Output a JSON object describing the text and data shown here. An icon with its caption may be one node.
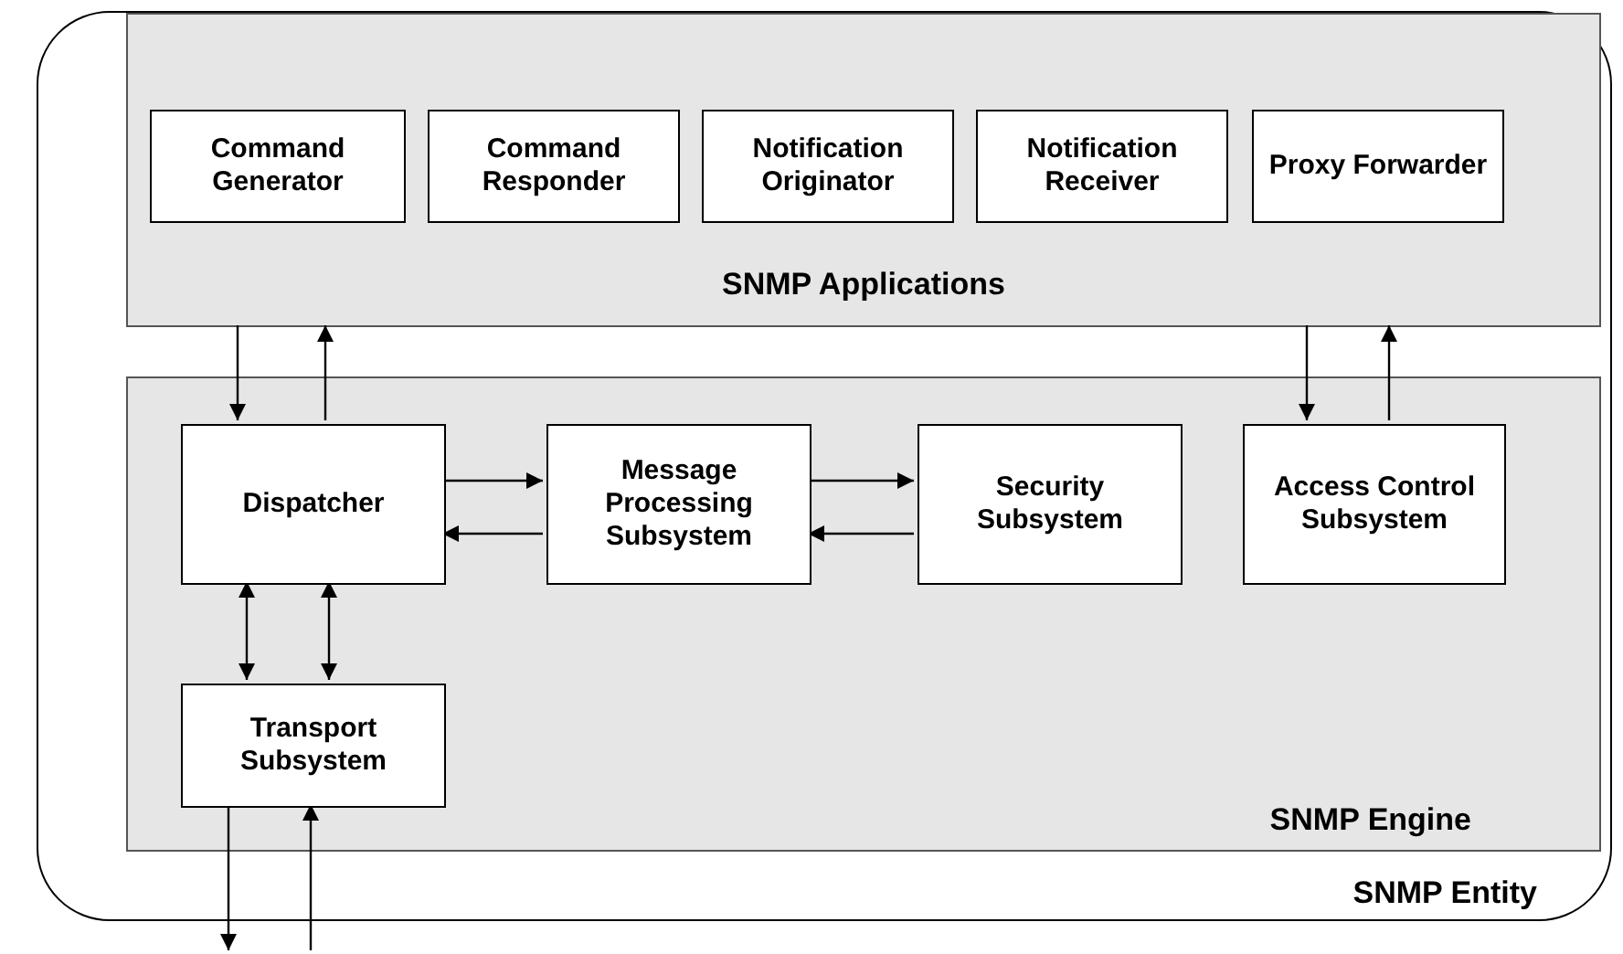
{
  "diagram": {
    "nodes": [
      {
        "text": [
          "SNMP Entity"
        ]
      },
      {
        "text": [
          "SNMP Applications"
        ],
        "in": 0
      },
      {
        "text": [
          "Command Generator"
        ],
        "in": 1
      },
      {
        "text": [
          "Command Responder"
        ],
        "in": 1
      },
      {
        "text": [
          "Notification Originator"
        ],
        "in": 1
      },
      {
        "text": [
          "Notification Receiver"
        ],
        "in": 1
      },
      {
        "text": [
          "Proxy Forwarder"
        ],
        "in": 1
      },
      {
        "text": [
          "SNMP Engine"
        ],
        "in": 0
      },
      {
        "text": [
          "Dispatcher"
        ],
        "in": 7
      },
      {
        "text": [
          "Message Processing Subsystem"
        ],
        "in": 7
      },
      {
        "text": [
          "Security Subsystem"
        ],
        "in": 7
      },
      {
        "text": [
          "Access Control Subsystem"
        ],
        "in": 7
      },
      {
        "text": [
          "Transport Subsystem"
        ],
        "in": 7
      }
    ],
    "edges": [
      {
        "from": 1,
        "to": 8,
        "arrow": "to"
      },
      {
        "from": 8,
        "to": 1,
        "arrow": "to"
      },
      {
        "from": 1,
        "to": 11,
        "arrow": "to"
      },
      {
        "from": 11,
        "to": 1,
        "arrow": "to"
      },
      {
        "from": 8,
        "to": 9,
        "arrow": "to"
      },
      {
        "from": 9,
        "to": 8,
        "arrow": "to"
      },
      {
        "from": 9,
        "to": 10,
        "arrow": "to"
      },
      {
        "from": 10,
        "to": 9,
        "arrow": "to"
      },
      {
        "from": 8,
        "to": 12,
        "arrow": "both"
      },
      {
        "from": 8,
        "to": 12,
        "arrow": "both"
      },
      {
        "from": 12,
        "to": null,
        "arrow": "to"
      },
      {
        "from": null,
        "to": 12,
        "arrow": "to"
      }
    ]
  }
}
